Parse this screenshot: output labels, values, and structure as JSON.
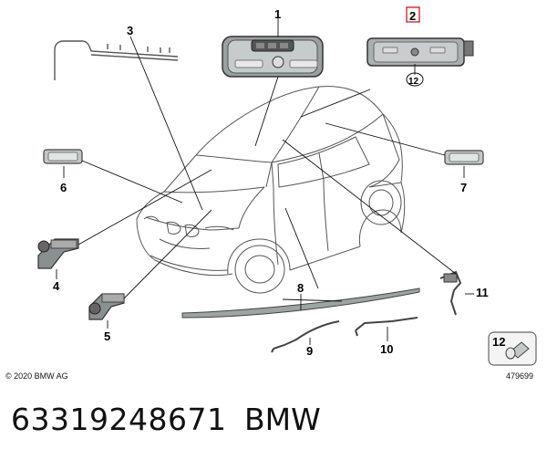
{
  "footer": {
    "part_number": "63319248671",
    "brand": "BMW"
  },
  "diagram": {
    "copyright": "© 2020 BMW AG",
    "reference_number": "479699",
    "callouts": [
      "1",
      "2",
      "3",
      "4",
      "5",
      "6",
      "7",
      "8",
      "9",
      "10",
      "11",
      "12"
    ],
    "highlight_color": "#d40000"
  }
}
